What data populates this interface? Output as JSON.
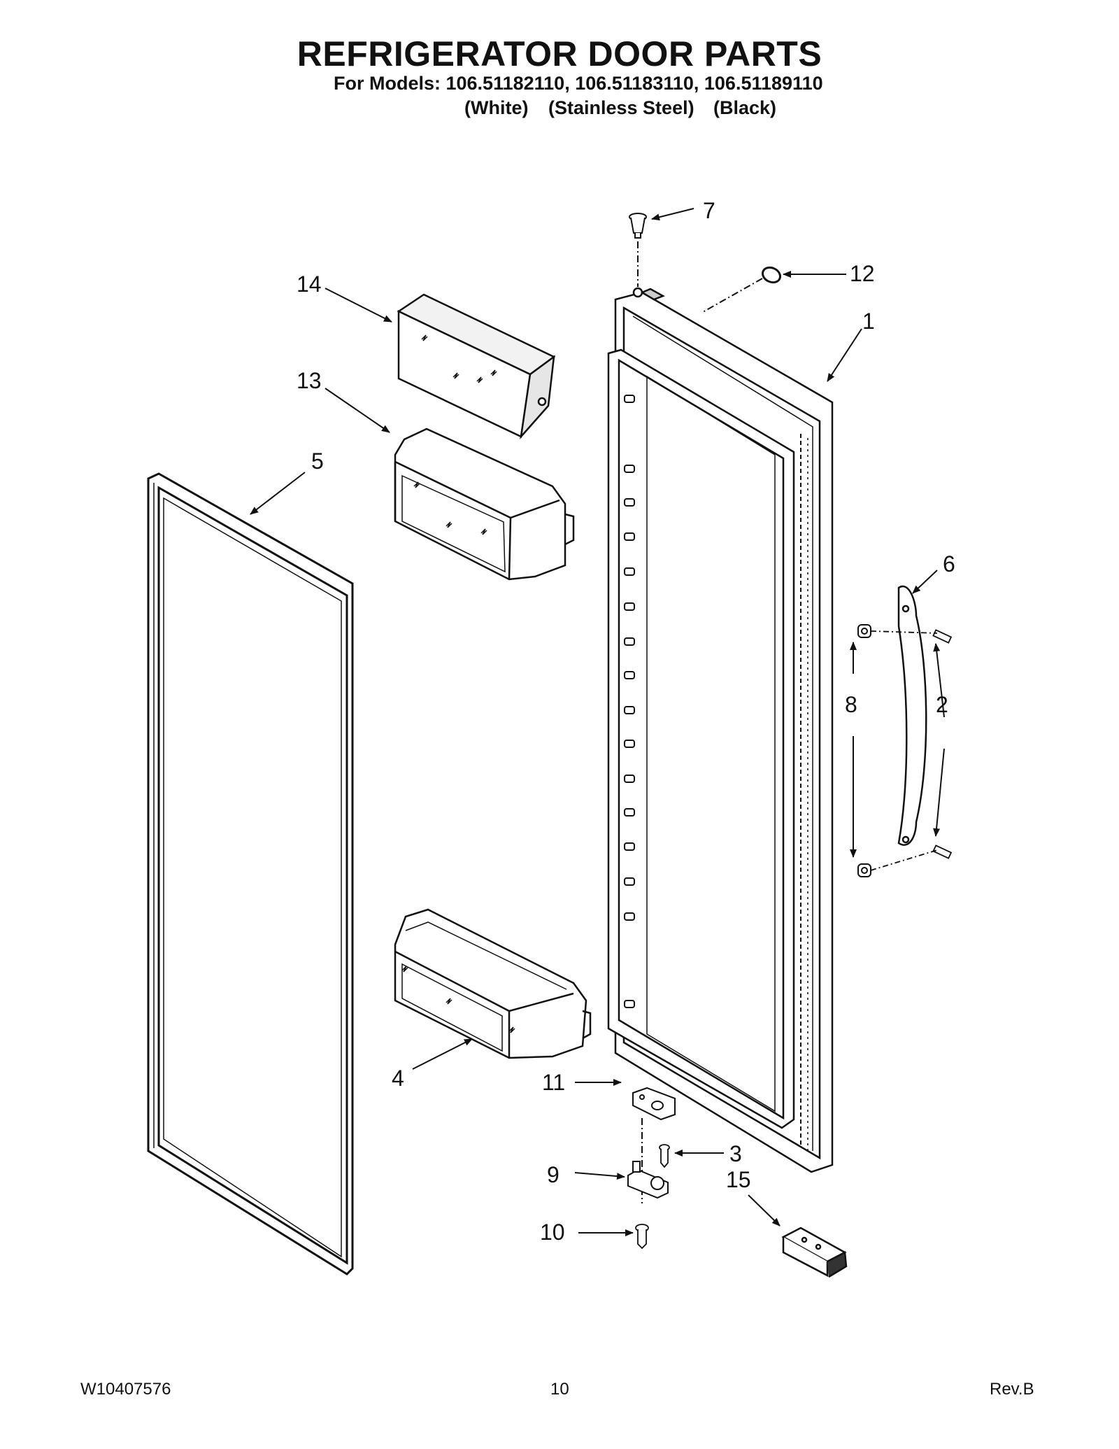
{
  "header": {
    "title": "REFRIGERATOR DOOR PARTS",
    "models_line": "For Models: 106.51182110, 106.51183110, 106.51189110",
    "variants": [
      "(White)",
      "(Stainless Steel)",
      "(Black)"
    ]
  },
  "callouts": [
    "1",
    "2",
    "3",
    "4",
    "5",
    "6",
    "7",
    "8",
    "9",
    "10",
    "11",
    "12",
    "13",
    "14",
    "15"
  ],
  "footer": {
    "doc_number": "W10407576",
    "page_number": "10",
    "revision": "Rev.B"
  }
}
